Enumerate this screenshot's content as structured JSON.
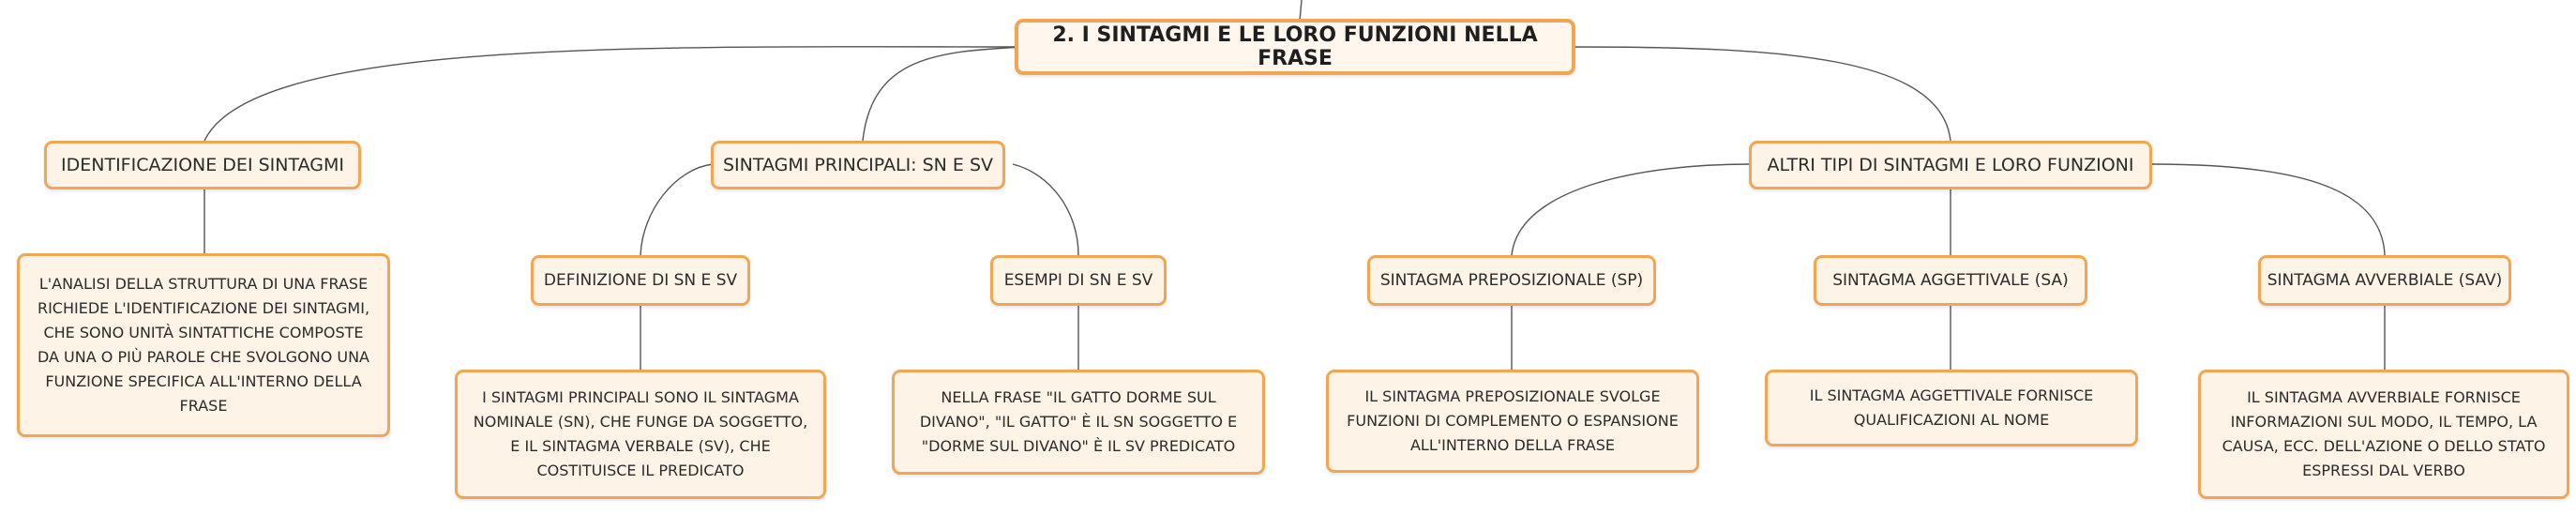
{
  "root": {
    "label": "2. I SINTAGMI E LE LORO FUNZIONI NELLA FRASE"
  },
  "identificazione": {
    "label": "IDENTIFICAZIONE DEI SINTAGMI",
    "text": "L'ANALISI DELLA STRUTTURA DI UNA FRASE RICHIEDE L'IDENTIFICAZIONE DEI SINTAGMI, CHE SONO UNITÀ SINTATTICHE COMPOSTE DA UNA O PIÙ PAROLE CHE SVOLGONO UNA FUNZIONE SPECIFICA ALL'INTERNO DELLA FRASE"
  },
  "principali": {
    "label": "SINTAGMI PRINCIPALI: SN E SV",
    "definizione": {
      "label": "DEFINIZIONE DI SN E SV",
      "text": "I SINTAGMI PRINCIPALI SONO IL SINTAGMA NOMINALE (SN), CHE FUNGE DA SOGGETTO, E IL SINTAGMA VERBALE (SV), CHE COSTITUISCE IL PREDICATO"
    },
    "esempi": {
      "label": "ESEMPI DI SN E SV",
      "text": "NELLA FRASE \"IL GATTO DORME SUL DIVANO\", \"IL GATTO\" È IL SN SOGGETTO E \"DORME SUL DIVANO\" È IL SV PREDICATO"
    }
  },
  "altri": {
    "label": "ALTRI TIPI DI SINTAGMI E LORO FUNZIONI",
    "sp": {
      "label": "SINTAGMA PREPOSIZIONALE (SP)",
      "text": "IL SINTAGMA PREPOSIZIONALE SVOLGE FUNZIONI DI COMPLEMENTO O ESPANSIONE ALL'INTERNO DELLA FRASE"
    },
    "sa": {
      "label": "SINTAGMA AGGETTIVALE (SA)",
      "text": "IL SINTAGMA AGGETTIVALE FORNISCE QUALIFICAZIONI AL NOME"
    },
    "sav": {
      "label": "SINTAGMA AVVERBIALE (SAV)",
      "text": "IL SINTAGMA AVVERBIALE FORNISCE INFORMAZIONI SUL MODO, IL TEMPO, LA CAUSA, ECC. DELL'AZIONE O DELLO STATO ESPRESSI DAL VERBO"
    }
  },
  "colors": {
    "border": "#f2a653",
    "fill": "#fdf3e6",
    "connector": "#555555"
  }
}
